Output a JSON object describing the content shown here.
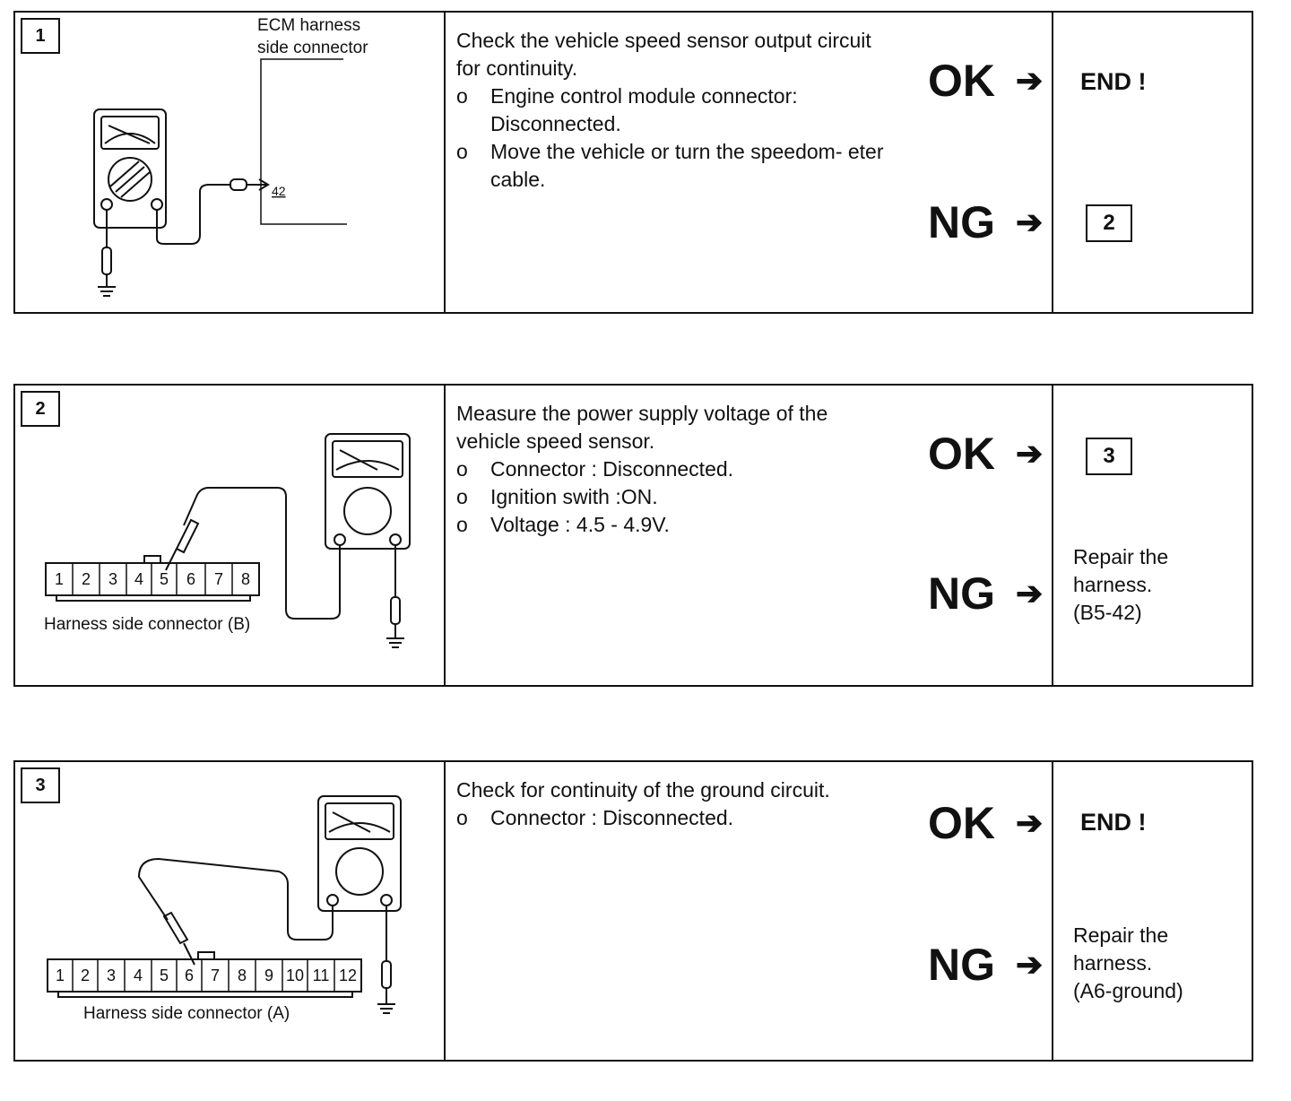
{
  "steps": [
    {
      "number": "1",
      "figure": {
        "label_line1": "ECM harness",
        "label_line2": "side connector",
        "pin": "42"
      },
      "description": {
        "intro": "Check the vehicle speed sensor output circuit for continuity.",
        "bullet": "o",
        "items": [
          "Engine control module connector: Disconnected.",
          "Move the vehicle or turn the speedom- eter cable."
        ]
      },
      "ok_label": "OK",
      "ng_label": "NG",
      "arrow": "➔",
      "ok_result": "END !",
      "ng_result_box": "2"
    },
    {
      "number": "2",
      "figure": {
        "connector_label": "Harness side connector (B)",
        "pins": [
          "1",
          "2",
          "3",
          "4",
          "5",
          "6",
          "7",
          "8"
        ]
      },
      "description": {
        "intro": "Measure the power supply voltage of the vehicle speed sensor.",
        "bullet": "o",
        "items": [
          "Connector : Disconnected.",
          "Ignition swith :ON.",
          "Voltage : 4.5 - 4.9V."
        ]
      },
      "ok_label": "OK",
      "ng_label": "NG",
      "arrow": "➔",
      "ok_result_box": "3",
      "ng_result": [
        "Repair the",
        "harness.",
        "(B5-42)"
      ]
    },
    {
      "number": "3",
      "figure": {
        "connector_label": "Harness side connector (A)",
        "pins": [
          "1",
          "2",
          "3",
          "4",
          "5",
          "6",
          "7",
          "8",
          "9",
          "10",
          "11",
          "12"
        ]
      },
      "description": {
        "intro": "Check for continuity of the ground circuit.",
        "bullet": "o",
        "items": [
          "Connector : Disconnected."
        ]
      },
      "ok_label": "OK",
      "ng_label": "NG",
      "arrow": "➔",
      "ok_result": "END !",
      "ng_result": [
        "Repair the",
        "harness.",
        "(A6-ground)"
      ]
    }
  ]
}
